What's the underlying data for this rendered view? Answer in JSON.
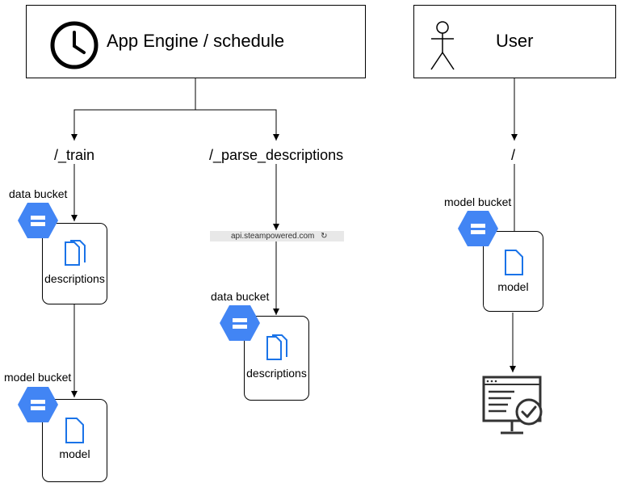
{
  "nodes": {
    "app_engine": {
      "title": "App Engine / schedule",
      "icon": "clock-icon"
    },
    "user": {
      "title": "User",
      "icon": "stick-figure-icon"
    }
  },
  "routes": {
    "train": "/_train",
    "parse": "/_parse_descriptions",
    "root": "/"
  },
  "buckets": {
    "data_bucket_1": "data bucket",
    "data_bucket_2": "data bucket",
    "model_bucket_1": "model bucket",
    "model_bucket_2": "model bucket"
  },
  "cards": {
    "descriptions_1": "descriptions",
    "descriptions_2": "descriptions",
    "model_1": "model",
    "model_2": "model"
  },
  "external": {
    "url": "api.steampowered.com"
  },
  "colors": {
    "bucket_blue": "#4285f4",
    "file_blue": "#1a73e8"
  }
}
